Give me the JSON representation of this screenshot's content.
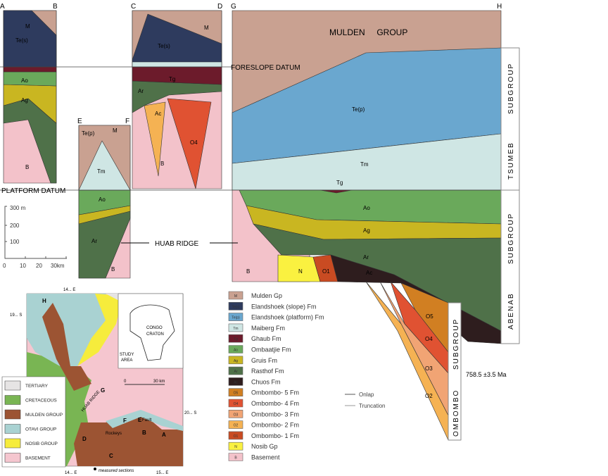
{
  "colors": {
    "M": "#c9a191",
    "Te_s": "#2e3b5e",
    "Te_p": "#6aa7cf",
    "Tm": "#cfe6e4",
    "Tg": "#6c1b2b",
    "Ao": "#6aa95b",
    "Ag": "#c9b621",
    "Ar": "#4f7149",
    "Ac": "#2e1d1e",
    "O5": "#d17f22",
    "O4": "#e05232",
    "O3": "#f1a474",
    "O2": "#f5b253",
    "O1": "#c94b22",
    "N": "#faf140",
    "B": "#f3c2ca",
    "tertiary": "#e6e4e4",
    "cretaceous": "#79b553",
    "mulden": "#9c5433",
    "otavi": "#a9d2d2",
    "nosib": "#f6ec3c",
    "basement": "#f5c6cf"
  },
  "section_letters": {
    "A": "A",
    "B": "B",
    "C": "C",
    "D": "D",
    "E": "E",
    "F": "F",
    "G": "G",
    "H": "H"
  },
  "datums": {
    "foreslope": "FORESLOPE DATUM",
    "platform": "PLATFORM DATUM"
  },
  "units": {
    "M": "M",
    "Te_s": "Te(s)",
    "Te_p": "Te(p)",
    "Tm": "Tm",
    "Tg": "Tg",
    "Ao": "Ao",
    "Ag": "Ag",
    "Ar": "Ar",
    "Ac": "Ac",
    "O5": "O5",
    "O4": "O4",
    "O3": "O3",
    "O2": "O2",
    "O1": "O1",
    "N": "N",
    "B": "B"
  },
  "main_labels": {
    "mulden_group": "MULDEN     GROUP",
    "huab_ridge": "HUAB RIDGE"
  },
  "subgroups": {
    "tsumeb": [
      "TSUMEB",
      "SUBGROUP"
    ],
    "abenab": [
      "ABENAB",
      "SUBGROUP"
    ],
    "ombombo": [
      "OMBOMBO",
      "SUBGROUP"
    ]
  },
  "age": "758.5  ±3.5 Ma",
  "scale": {
    "vertical": [
      "300 m",
      "200",
      "100"
    ],
    "horizontal": [
      "0",
      "10",
      "20",
      "30km"
    ]
  },
  "legend": [
    {
      "key": "M",
      "code": "M",
      "label": "Mulden Gp"
    },
    {
      "key": "Te_s",
      "code": "Te(s)",
      "label": "Elandshoek (slope) Fm"
    },
    {
      "key": "Te_p",
      "code": "Te(p)",
      "label": "Elandshoek (platform) Fm"
    },
    {
      "key": "Tm",
      "code": "Tm",
      "label": "Maiberg Fm"
    },
    {
      "key": "Tg",
      "code": "Tg",
      "label": "Ghaub Fm"
    },
    {
      "key": "Ao",
      "code": "Ao",
      "label": "Ombaatjie Fm"
    },
    {
      "key": "Ag",
      "code": "Ag",
      "label": "Gruis Fm"
    },
    {
      "key": "Ar",
      "code": "Ar",
      "label": "Rasthof Fm"
    },
    {
      "key": "Ac",
      "code": "Ac",
      "label": "Chuos Fm"
    },
    {
      "key": "O5",
      "code": "O5",
      "label": "Ombombo- 5 Fm"
    },
    {
      "key": "O4",
      "code": "O4",
      "label": "Ombombo- 4 Fm"
    },
    {
      "key": "O3",
      "code": "O3",
      "label": "Ombombo- 3 Fm"
    },
    {
      "key": "O2",
      "code": "O2",
      "label": "Ombombo- 2 Fm"
    },
    {
      "key": "O1",
      "code": "O1",
      "label": "Ombombo- 1 Fm"
    },
    {
      "key": "N",
      "code": "N",
      "label": "Nosib Gp"
    },
    {
      "key": "B",
      "code": "B",
      "label": "Basement"
    }
  ],
  "arrows_legend": {
    "onlap": "Onlap",
    "truncation": "Truncation"
  },
  "map": {
    "lon_top": "14... E",
    "lon_bottom_left": "14... E",
    "lon_bottom_right": "15... E",
    "lat_top": "19... S",
    "lat_right": "20... S",
    "huab_ridge": "HUAB RIDGE",
    "rockeys": "Rockeys",
    "fault": "Fault",
    "scale": [
      "0",
      "30 km"
    ],
    "inset": {
      "craton": [
        "CONGO",
        "CRATON"
      ],
      "study_area": [
        "STUDY",
        "AREA"
      ]
    },
    "measured_sections": "measured sections",
    "legend": [
      {
        "key": "tertiary",
        "label": "TERTIARY"
      },
      {
        "key": "cretaceous",
        "label": "CRETACEOUS"
      },
      {
        "key": "mulden",
        "label": "MULDEN GROUP"
      },
      {
        "key": "otavi",
        "label": "OTAVI  GROUP"
      },
      {
        "key": "nosib",
        "label": "NOSIB GROUP"
      },
      {
        "key": "basement",
        "label": "BASEMENT"
      }
    ]
  }
}
